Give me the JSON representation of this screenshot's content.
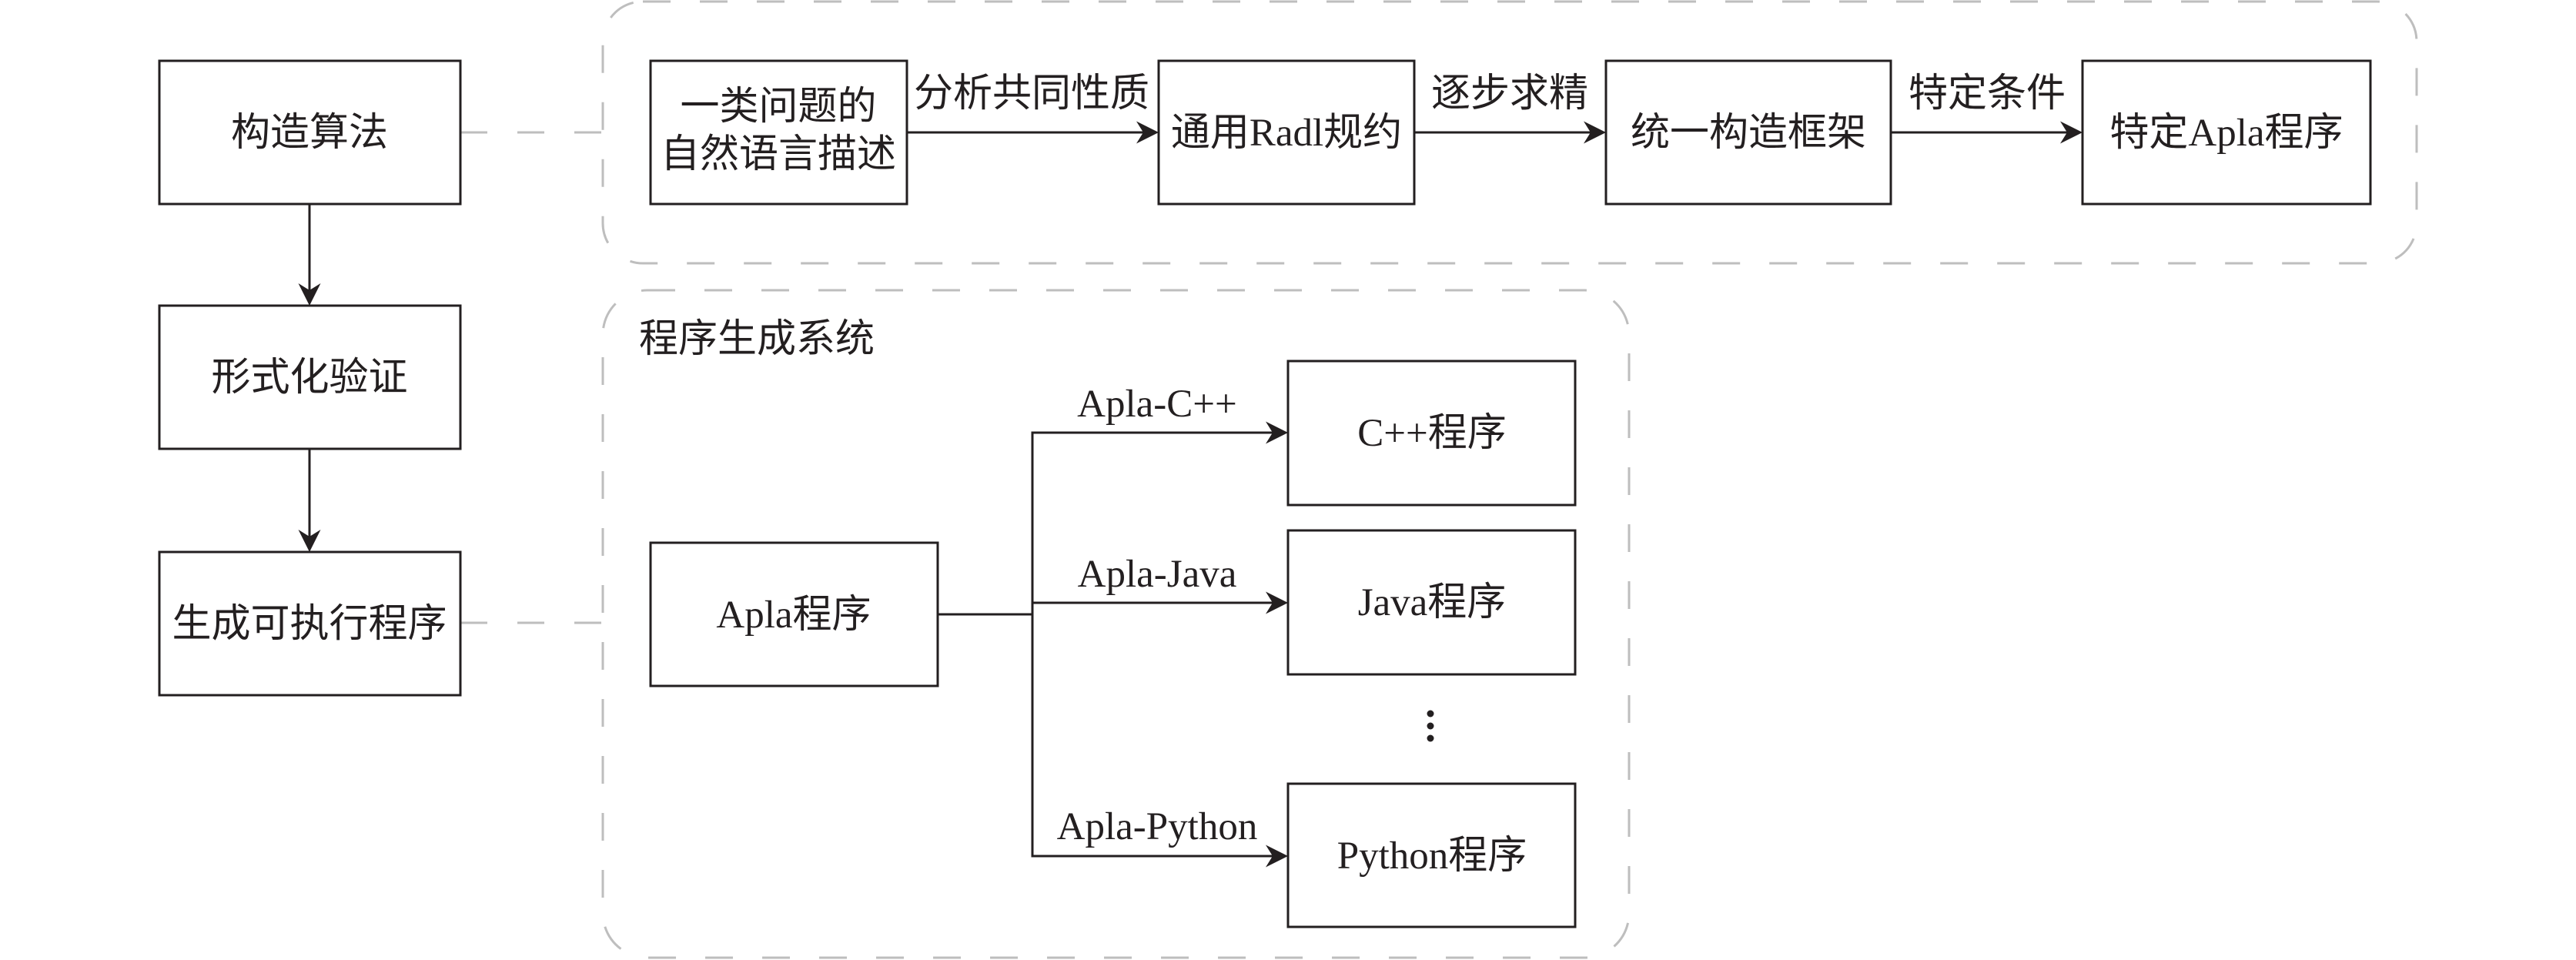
{
  "colors": {
    "box_stroke": "#231f20",
    "text": "#231f20",
    "group_border": "#bebebe",
    "background": "#ffffff"
  },
  "main_flow": {
    "steps": [
      {
        "label": "构造算法"
      },
      {
        "label": "形式化验证"
      },
      {
        "label": "生成可执行程序"
      }
    ],
    "links": [
      {
        "from_step": 0,
        "to_group": "construction_group",
        "style": "dashed"
      },
      {
        "from_step": 2,
        "to_group": "generation_group",
        "style": "dashed"
      }
    ]
  },
  "construction_group": {
    "nodes": [
      {
        "lines": [
          "一类问题的",
          "自然语言描述"
        ]
      },
      {
        "lines": [
          "通用Radl规约"
        ]
      },
      {
        "lines": [
          "统一构造框架"
        ]
      },
      {
        "lines": [
          "特定Apla程序"
        ]
      }
    ],
    "edges": [
      {
        "from": 0,
        "to": 1,
        "label": "分析共同性质"
      },
      {
        "from": 1,
        "to": 2,
        "label": "逐步求精"
      },
      {
        "from": 2,
        "to": 3,
        "label": "特定条件"
      }
    ]
  },
  "generation_group": {
    "title": "程序生成系统",
    "source": {
      "label": "Apla程序"
    },
    "targets": [
      {
        "edge_label": "Apla-C++",
        "label": "C++程序"
      },
      {
        "edge_label": "Apla-Java",
        "label": "Java程序"
      },
      {
        "edge_label": "Apla-Python",
        "label": "Python程序"
      }
    ],
    "more_targets_indicator": "vertical-ellipsis"
  }
}
